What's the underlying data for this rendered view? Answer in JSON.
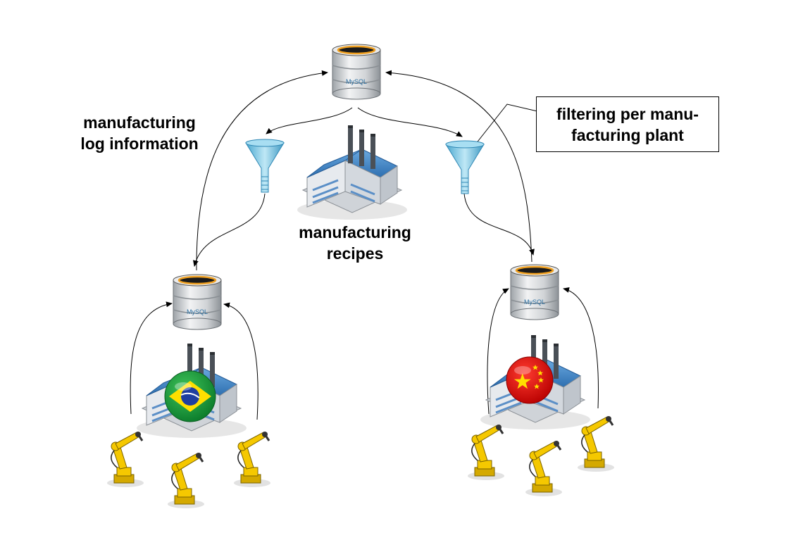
{
  "labels": {
    "log_information": [
      "manufacturing",
      "log information"
    ],
    "recipes": [
      "manufacturing",
      "recipes"
    ],
    "callout": [
      "filtering per manu-",
      "facturing plant"
    ]
  },
  "databases": {
    "brand": "MySQL"
  },
  "plants": [
    {
      "id": "brazil",
      "flag": "brazil-flag"
    },
    {
      "id": "china",
      "flag": "china-flag"
    }
  ],
  "colors": {
    "robot_yellow": "#f5c800",
    "funnel_blue": "#7ecbe6",
    "factory_blue": "#3a7fc4",
    "db_silver": "#cfd2d6"
  }
}
